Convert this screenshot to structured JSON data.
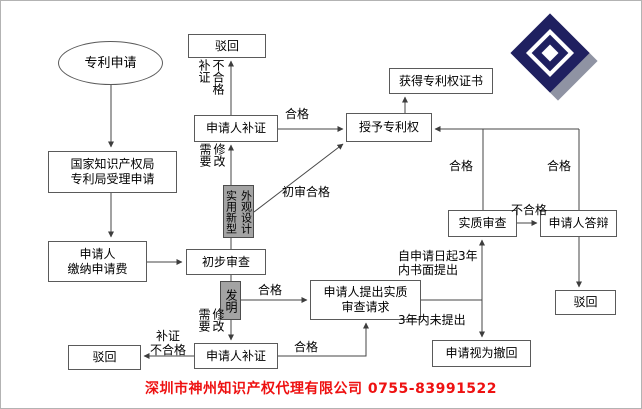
{
  "nodes": {
    "start": "专利申请",
    "reject_top": "驳回",
    "applicant_supplement_top": "申请人补证",
    "grant": "授予专利权",
    "certificate": "获得专利权证书",
    "accept_office": "国家知识产权局\n专利局受理申请",
    "pay_fee": "申请人\n缴纳申请费",
    "preliminary_exam": "初步审查",
    "utility_design": "实用新型\n外观设计",
    "invention": "发明",
    "request_substantive": "申请人提出实质\n审查请求",
    "applicant_supplement_bottom": "申请人补证",
    "reject_bottom_left": "驳回",
    "substantive_exam": "实质审查",
    "applicant_defense": "申请人答辩",
    "reject_bottom_right": "驳回",
    "deemed_withdrawn": "申请视为撤回"
  },
  "edge_labels": {
    "supplement_fail_top": "补证\n不合格",
    "need_modify_top": "需要\n修改",
    "qualified_top": "合格",
    "preliminary_pass": "初审合格",
    "qualified_invention": "合格",
    "need_modify_bottom": "需要\n修改",
    "supplement_fail_bottom": "补证\n不合格",
    "qualified_bottom": "合格",
    "within_3_years": "自申请日起3年\n内书面提出",
    "not_within_3_years": "3年内未提出",
    "unqualified": "不合格",
    "qualified_substantive": "合格",
    "qualified_defense": "合格"
  },
  "footer": {
    "company_line": "深圳市神州知识产权代理有限公司  0755-83991522"
  },
  "colors": {
    "accent_red": "#ee1111",
    "logo_navy": "#1f2060",
    "logo_gray": "#8f93a3",
    "node_gray": "#a3a3a3"
  }
}
